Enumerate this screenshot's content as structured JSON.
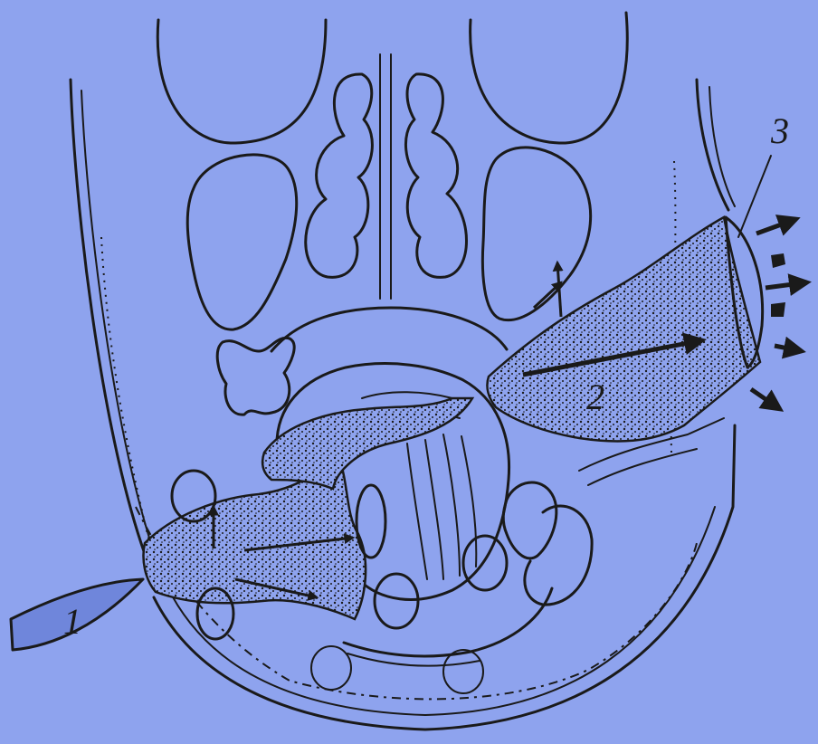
{
  "diagram": {
    "labels": {
      "bullet": "1",
      "wound_channel": "2",
      "exit_wound": "3"
    },
    "colors": {
      "background": "#8ea3ee",
      "ink": "#1a1a1a",
      "bullet_fill": "#6f86db"
    }
  }
}
